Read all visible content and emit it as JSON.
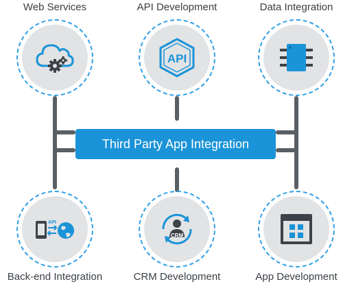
{
  "center": {
    "label": "Third Party App Integration"
  },
  "nodes": {
    "web_services": {
      "label": "Web Services",
      "icon": "cloud-gears-icon"
    },
    "api_development": {
      "label": "API Development",
      "icon": "api-badge-icon",
      "icon_text": "API"
    },
    "data_integration": {
      "label": "Data Integration",
      "icon": "microchip-icon"
    },
    "backend_integration": {
      "label": "Back-end Integration",
      "icon": "device-api-globe-icon",
      "icon_text": "API"
    },
    "crm_development": {
      "label": "CRM Development",
      "icon": "crm-cycle-icon",
      "icon_text": "CRM"
    },
    "app_development": {
      "label": "App Development",
      "icon": "app-window-icon"
    }
  },
  "colors": {
    "accent": "#1a93d8",
    "connector": "#5a5f64",
    "circle": "#e2e3e5",
    "icon_dark": "#3c4248"
  }
}
